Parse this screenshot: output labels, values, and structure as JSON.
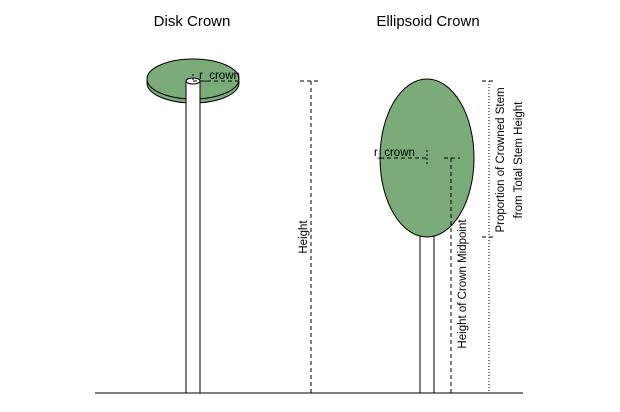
{
  "titles": {
    "disk": "Disk Crown",
    "ellipsoid": "Ellipsoid Crown"
  },
  "labels": {
    "r_crown_disk": "r_crown",
    "r_crown_ellipsoid": "r_crown",
    "height": "Height",
    "height_of_crown_midpoint": "Height of Crown Midpoint",
    "proportion_line1": "Proportion of Crowned Stem",
    "proportion_line2": "from Total Stem Height"
  },
  "colors": {
    "crown_fill": "#7aab78",
    "crown_stroke": "#000000",
    "stem_fill": "#ffffff",
    "line": "#000000"
  }
}
